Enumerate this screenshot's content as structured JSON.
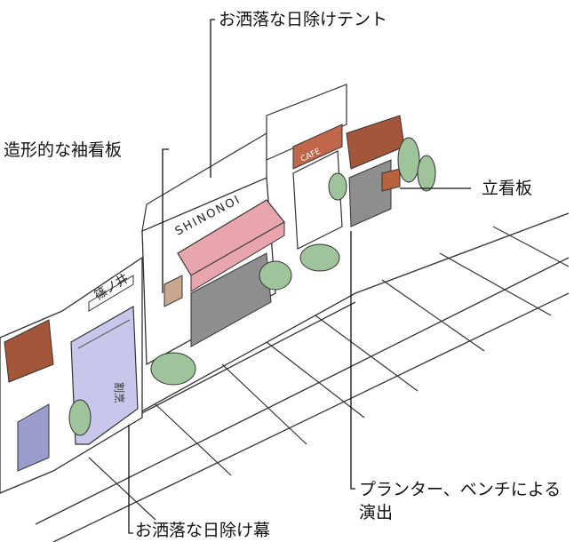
{
  "labels": {
    "tent": "お洒落な日除けテント",
    "sign": "造形的な袖看板",
    "stand_sign": "立看板",
    "planter_bench": "プランター、ベンチによる演出",
    "curtain": "お洒落な日除け幕"
  },
  "shop_signs": {
    "shinonoi": "SHINONOI",
    "cafe": "CAFE",
    "vertical": "篠ノ井",
    "curtain_text": "割烹"
  },
  "colors": {
    "tent": "#e9a5ad",
    "curtain": "#c8c6ea",
    "brown_awning": "#a3563a",
    "window_gray": "#8e8e8e",
    "shrub": "#9fc39a",
    "line": "#333333"
  }
}
